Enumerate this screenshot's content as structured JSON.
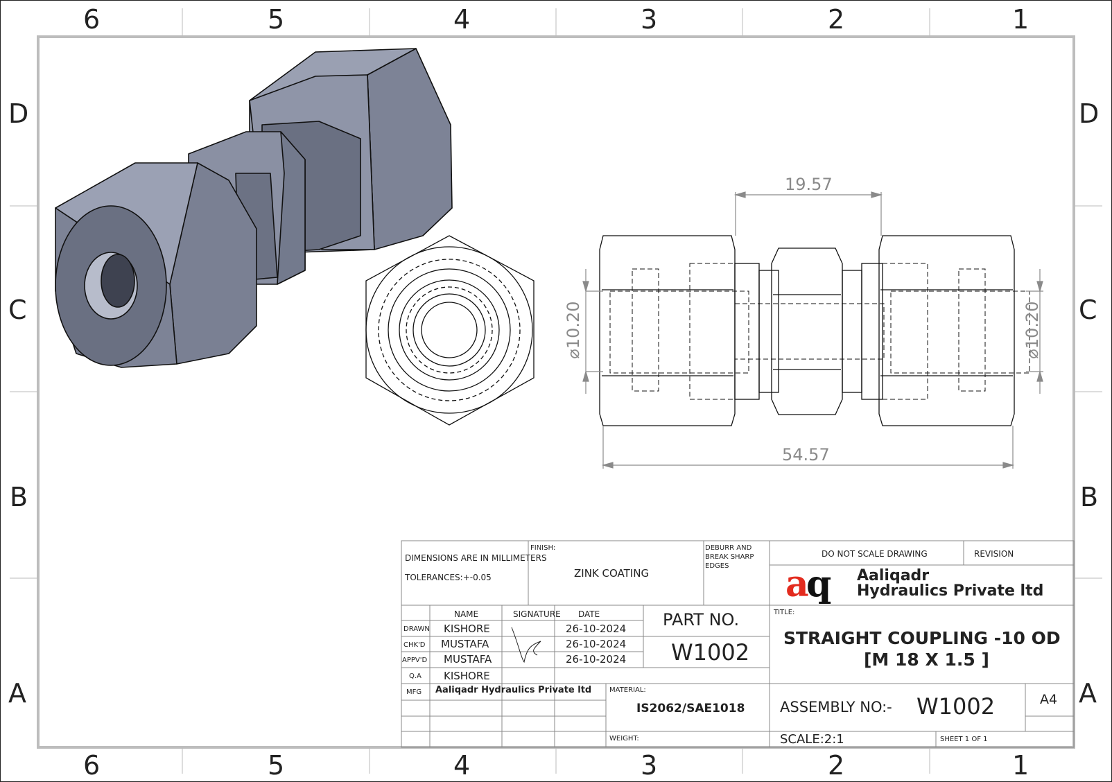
{
  "zones": {
    "columns": [
      "6",
      "5",
      "4",
      "3",
      "2",
      "1"
    ],
    "rows": [
      "D",
      "C",
      "B",
      "A"
    ]
  },
  "dimensions": {
    "width_between": "19.57",
    "overall_length": "54.57",
    "bore_left": "⌀10.20",
    "bore_right": "⌀10.20"
  },
  "title_block": {
    "dims_note": "DIMENSIONS ARE IN MILLIMETERS",
    "tolerance": "TOLERANCES:+-0.05",
    "finish_label": "FINISH:",
    "finish_value": "ZINK COATING",
    "deburr_line1": "DEBURR AND",
    "deburr_line2": "BREAK SHARP",
    "deburr_line3": "EDGES",
    "do_not_scale": "DO NOT SCALE DRAWING",
    "revision_label": "REVISION",
    "company_line1": "Aaliqadr",
    "company_line2": "Hydraulics Private ltd",
    "header_name": "NAME",
    "header_signature": "SIGNATURE",
    "header_date": "DATE",
    "rows": [
      {
        "role": "DRAWN",
        "name": "KISHORE",
        "date": "26-10-2024"
      },
      {
        "role": "CHK'D",
        "name": "MUSTAFA",
        "date": "26-10-2024"
      },
      {
        "role": "APPV'D",
        "name": "MUSTAFA",
        "date": "26-10-2024"
      },
      {
        "role": "Q.A",
        "name": "KISHORE",
        "date": ""
      }
    ],
    "mfg_label": "MFG",
    "mfg_value": "Aaliqadr Hydraulics Private ltd",
    "part_no_label": "PART NO.",
    "part_no_value": "W1002",
    "title_label": "TITLE:",
    "title_line1": "STRAIGHT COUPLING -10 OD",
    "title_line2": "[M 18 X 1.5 ]",
    "material_label": "MATERIAL:",
    "material_value": "IS2062/SAE1018",
    "weight_label": "WEIGHT:",
    "assembly_label": "ASSEMBLY NO:-",
    "assembly_value": "W1002",
    "size": "A4",
    "scale": "SCALE:2:1",
    "sheet": "SHEET 1 OF 1"
  },
  "colors": {
    "line": "#222222",
    "dim": "#8a8a8a",
    "metal_top": "#9aa0b2",
    "metal_side": "#7d8396",
    "metal_dark": "#5f6475",
    "logo_red": "#e32b1e"
  }
}
